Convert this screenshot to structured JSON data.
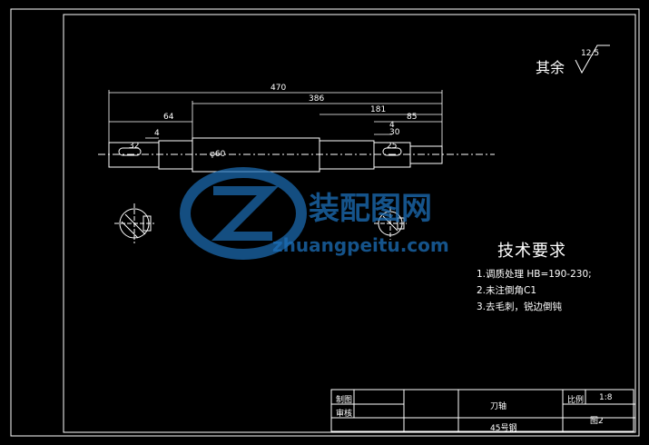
{
  "header": {
    "roughness_prefix": "其余",
    "roughness_value": "12.5"
  },
  "dimensions": {
    "overall_length": "470",
    "length_386": "386",
    "length_181": "181",
    "length_64": "64",
    "length_85": "85",
    "length_4a": "4",
    "length_4b": "4",
    "length_30": "30",
    "keyway_length_32": "32",
    "keyway_length_25": "25",
    "diameter_center": "φ60"
  },
  "tech_requirements": {
    "title": "技术要求",
    "items": [
      "1.调质处理 HB=190-230;",
      "2.未注倒角C1",
      "3.去毛刺，锐边倒钝"
    ]
  },
  "title_block": {
    "designer_label": "制图",
    "reviewer_label": "审核",
    "part_name": "刀轴",
    "material": "45号钢",
    "scale_label": "比例",
    "scale_value": "1:8",
    "drawing_no": "图2"
  },
  "watermark": {
    "cn": "装配图网",
    "en": "zhuangpeitu.com"
  }
}
